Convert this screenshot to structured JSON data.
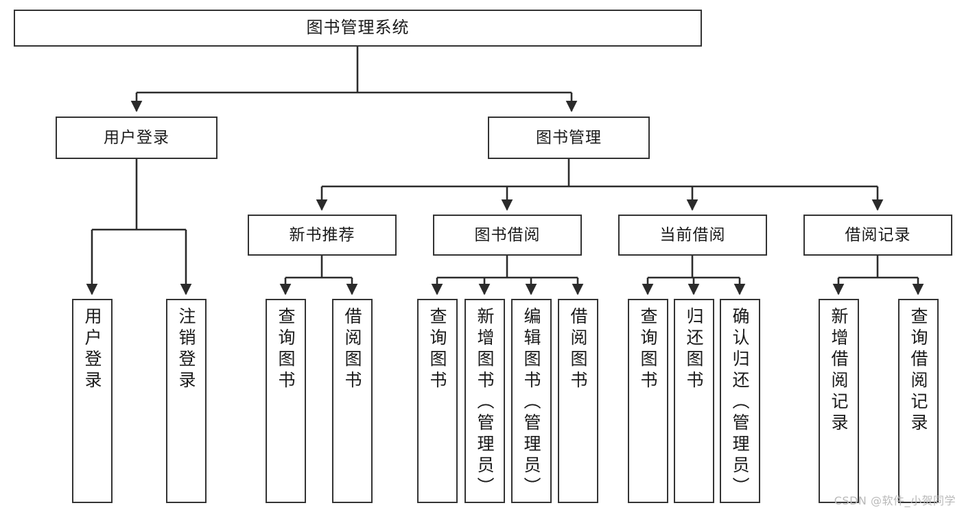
{
  "diagram": {
    "title": "图书管理系统",
    "type": "tree",
    "colors": {
      "box_border": "#333333",
      "box_fill": "#ffffff",
      "connector": "#2b2b2b",
      "text": "#1a1a1a",
      "background": "#ffffff",
      "watermark": "#b9b9b9"
    },
    "watermark": "CSDN @软件_小贺同学"
  },
  "nodes": {
    "root": {
      "label": "图书管理系统"
    },
    "level1": [
      {
        "label": "用户登录"
      },
      {
        "label": "图书管理"
      }
    ],
    "level2": [
      {
        "label": "新书推荐"
      },
      {
        "label": "图书借阅"
      },
      {
        "label": "当前借阅"
      },
      {
        "label": "借阅记录"
      }
    ],
    "leaves": {
      "user_login": [
        {
          "label": "用户登录"
        },
        {
          "label": "注销登录"
        }
      ],
      "new_book": [
        {
          "label": "查询图书"
        },
        {
          "label": "借阅图书"
        }
      ],
      "book_borrow": [
        {
          "label": "查询图书"
        },
        {
          "label": "新增图书（管理员）"
        },
        {
          "label": "编辑图书（管理员）"
        },
        {
          "label": "借阅图书"
        }
      ],
      "current_borrow": [
        {
          "label": "查询图书"
        },
        {
          "label": "归还图书"
        },
        {
          "label": "确认归还（管理员）"
        }
      ],
      "borrow_record": [
        {
          "label": "新增借阅记录"
        },
        {
          "label": "查询借阅记录"
        }
      ]
    }
  }
}
